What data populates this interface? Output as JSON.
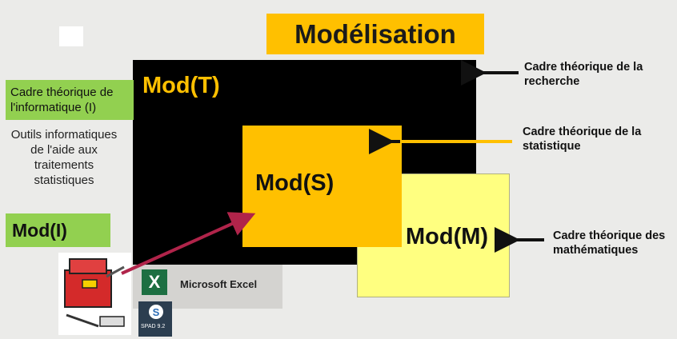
{
  "title": "Modélisation",
  "boxes": {
    "mod_t": "Mod(T)",
    "mod_s": "Mod(S)",
    "mod_m": "Mod(M)",
    "mod_i": "Mod(I)"
  },
  "left_panel": {
    "cadre_informatique": "Cadre théorique de l'informatique (I)",
    "outils": "Outils informatiques de l'aide aux traitements statistiques"
  },
  "labels": {
    "recherche": "Cadre théorique de la recherche",
    "statistique": "Cadre théorique de la statistique",
    "mathematiques": "Cadre théorique des mathématiques"
  },
  "software": {
    "excel": "Microsoft Excel",
    "excel_letter": "X",
    "spad_letter": "S",
    "spad": "SPAD 9.2"
  },
  "colors": {
    "accent_yellow": "#ffc000",
    "green": "#92d050",
    "light_yellow": "#ffff80",
    "arrow_red": "#b0244a"
  },
  "icons": [
    "toolbox-icon",
    "excel-icon",
    "spad-icon"
  ]
}
